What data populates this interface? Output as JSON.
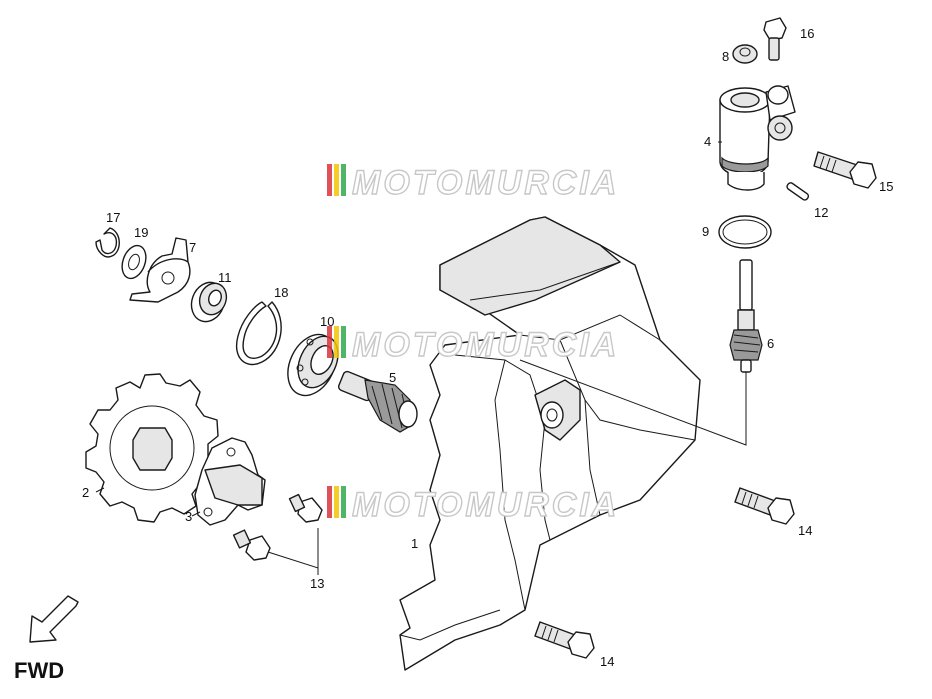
{
  "diagram": {
    "watermark_text": "MOTOMURCIA",
    "direction_label": "FWD",
    "callouts": {
      "p1": "1",
      "p2": "2",
      "p3": "3",
      "p4": "4",
      "p5": "5",
      "p6": "6",
      "p7": "7",
      "p8": "8",
      "p9": "9",
      "p10": "10",
      "p11": "11",
      "p12": "12",
      "p13": "13",
      "p14a": "14",
      "p14b": "14",
      "p15": "15",
      "p16": "16",
      "p17": "17",
      "p18": "18",
      "p19": "19"
    },
    "colors": {
      "watermark_red": "#d9323a",
      "watermark_yellow": "#f2c500",
      "watermark_green": "#2fa84f",
      "line": "#1a1a1a"
    }
  }
}
